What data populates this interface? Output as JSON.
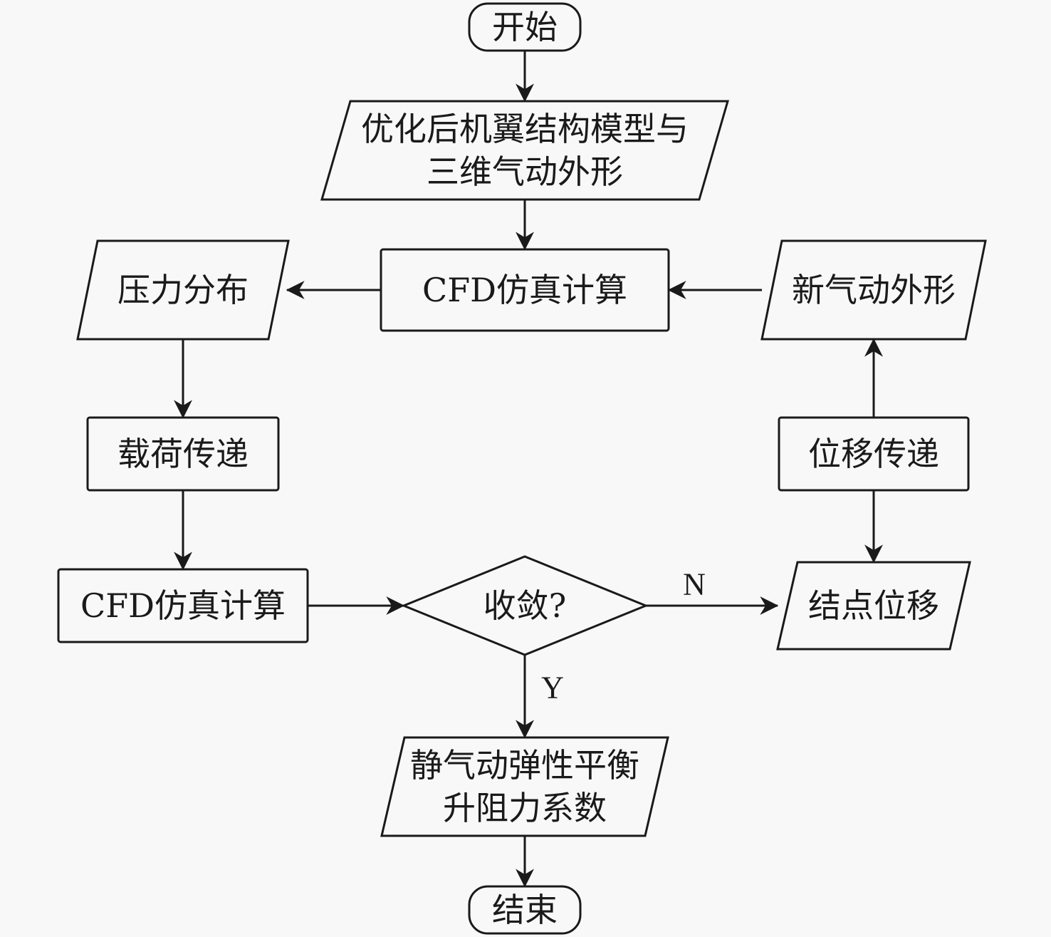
{
  "diagram": {
    "type": "flowchart",
    "nodes": [
      {
        "id": "start",
        "kind": "terminal",
        "lines": [
          "开始"
        ]
      },
      {
        "id": "model",
        "kind": "io",
        "lines": [
          "优化后机翼结构模型与",
          "三维气动外形"
        ]
      },
      {
        "id": "cfd_top",
        "kind": "process",
        "lines": [
          "CFD仿真计算"
        ]
      },
      {
        "id": "pressure",
        "kind": "io",
        "lines": [
          "压力分布"
        ]
      },
      {
        "id": "new_shape",
        "kind": "io",
        "lines": [
          "新气动外形"
        ]
      },
      {
        "id": "load_transfer",
        "kind": "process",
        "lines": [
          "载荷传递"
        ]
      },
      {
        "id": "disp_transfer",
        "kind": "process",
        "lines": [
          "位移传递"
        ]
      },
      {
        "id": "cfd_bottom",
        "kind": "process",
        "lines": [
          "CFD仿真计算"
        ]
      },
      {
        "id": "converge",
        "kind": "decision",
        "lines": [
          "收敛?"
        ]
      },
      {
        "id": "node_disp",
        "kind": "io",
        "lines": [
          "结点位移"
        ]
      },
      {
        "id": "result",
        "kind": "io",
        "lines": [
          "静气动弹性平衡",
          "升阻力系数"
        ]
      },
      {
        "id": "end",
        "kind": "terminal",
        "lines": [
          "结束"
        ]
      }
    ],
    "edges": [
      {
        "from": "start",
        "to": "model",
        "label": ""
      },
      {
        "from": "model",
        "to": "cfd_top",
        "label": ""
      },
      {
        "from": "cfd_top",
        "to": "pressure",
        "label": ""
      },
      {
        "from": "new_shape",
        "to": "cfd_top",
        "label": ""
      },
      {
        "from": "pressure",
        "to": "load_transfer",
        "label": ""
      },
      {
        "from": "load_transfer",
        "to": "cfd_bottom",
        "label": ""
      },
      {
        "from": "cfd_bottom",
        "to": "converge",
        "label": ""
      },
      {
        "from": "converge",
        "to": "node_disp",
        "label": "N"
      },
      {
        "from": "disp_transfer",
        "to": "node_disp",
        "label": ""
      },
      {
        "from": "disp_transfer",
        "to": "new_shape",
        "label": ""
      },
      {
        "from": "converge",
        "to": "result",
        "label": "Y"
      },
      {
        "from": "result",
        "to": "end",
        "label": ""
      }
    ]
  }
}
